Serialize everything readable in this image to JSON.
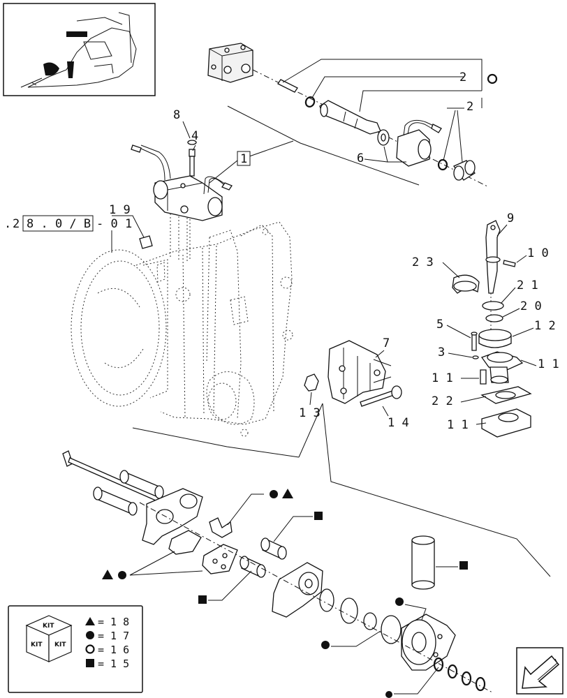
{
  "reference_box": {
    "prefix": ".",
    "ref_number": "2",
    "ref_boxed": "8 . 0 / B",
    "ref_suffix": "- 0 1"
  },
  "boxed_callout": "1",
  "callouts": {
    "c2a": "2",
    "c2b": "2",
    "c6": "6",
    "c8": "8",
    "c4": "4",
    "c19": "1 9",
    "c9": "9",
    "c10": "1 0",
    "c23": "2 3",
    "c21": "2 1",
    "c20": "2 0",
    "c12": "1 2",
    "c5": "5",
    "c3": "3",
    "c7": "7",
    "c11a": "1 1",
    "c11b": "1 1",
    "c22": "2 2",
    "c11c": "1 1",
    "c13": "1 3",
    "c14": "1 4"
  },
  "kit_legend": {
    "kit_label": "KIT",
    "entries": [
      {
        "symbol": "triangle",
        "text": "= 1 8"
      },
      {
        "symbol": "circle",
        "text": "= 1 7"
      },
      {
        "symbol": "ring",
        "text": "= 1 6"
      },
      {
        "symbol": "square",
        "text": "= 1 5"
      }
    ]
  },
  "icons": {
    "thumbnail": "transmission-thumbnail",
    "navigation": "arrow-back-icon"
  }
}
